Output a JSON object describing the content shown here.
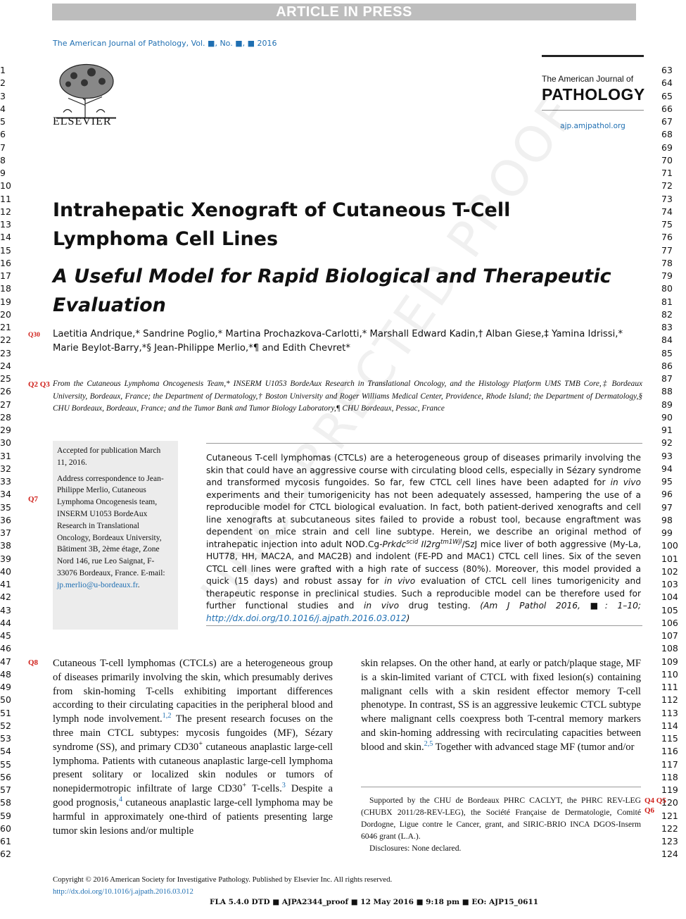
{
  "banner": "ARTICLE IN PRESS",
  "journal_line": "The American Journal of Pathology, Vol. ■, No. ■, ■ 2016",
  "elsevier": "ELSEVIER",
  "brand": {
    "small": "The American Journal of",
    "big": "PATHOLOGY",
    "url": "ajp.amjpathol.org"
  },
  "title": "Intrahepatic Xenograft of Cutaneous T-Cell Lymphoma Cell Lines",
  "subtitle": "A Useful Model for Rapid Biological and Therapeutic Evaluation",
  "watermark": "UNCORRECTED PROOF",
  "query_marks": {
    "authors": "Q30",
    "affil": "Q2 Q3",
    "address": "Q7",
    "body": "Q8",
    "footnote_a": "Q4 Q5",
    "footnote_b": "Q6"
  },
  "authors_line1": "Laetitia Andrique,* Sandrine Poglio,* Martina Prochazkova-Carlotti,* Marshall Edward Kadin,† Alban Giese,‡ Yamina Idrissi,*",
  "authors_line2": "Marie Beylot-Barry,*§ Jean-Philippe Merlio,*¶ and Edith Chevret*",
  "affiliations": "From the Cutaneous Lymphoma Oncogenesis Team,* INSERM U1053 BordeAux Research in Translational Oncology, and the Histology Platform UMS TMB Core,‡ Bordeaux University, Bordeaux, France; the Department of Dermatology,† Boston University and Roger Williams Medical Center, Providence, Rhode Island; the Department of Dermatology,§ CHU Bordeaux, Bordeaux, France; and the Tumor Bank and Tumor Biology Laboratory,¶ CHU Bordeaux, Pessac, France",
  "sidebox": {
    "accepted": "Accepted for publication March 11, 2016.",
    "address": "Address correspondence to Jean-Philippe Merlio, Cutaneous Lymphoma Oncogenesis team, INSERM U1053 BordeAux Research in Translational Oncology, Bordeaux University, Bâtiment 3B, 2ème étage, Zone Nord 146, rue Leo Saignat, F-33076 Bordeaux, France. E-mail:",
    "email": "jp.merlio@u-bordeaux.fr",
    "email_end": "."
  },
  "abstract": {
    "part1": "Cutaneous T-cell lymphomas (CTCLs) are a heterogeneous group of diseases primarily involving the skin that could have an aggressive course with circulating blood cells, especially in Sézary syndrome and transformed mycosis fungoides. So far, few CTCL cell lines have been adapted for ",
    "invivo": "in vivo",
    "part2": " experiments and their tumorigenicity has not been adequately assessed, hampering the use of a reproducible model for CTCL biological evaluation. In fact, both patient-derived xenografts and cell line xenografts at subcutaneous sites failed to provide a robust tool, because engraftment was dependent on mice strain and cell line subtype. Herein, we describe an original method of intrahepatic injection into adult NOD.Cg-",
    "gene1": "Prkdc",
    "gene1_sup": "scid",
    "gene2": " Il2rg",
    "gene2_sup": "tm1Wjl",
    "part3": "/SzJ mice liver of both aggressive (My-La, HUT78, HH, MAC2A, and MAC2B) and indolent (FE-PD and MAC1) CTCL cell lines. Six of the seven CTCL cell lines were grafted with a high rate of success (80%). Moreover, this model provided a quick (15 days) and robust assay for ",
    "part4": " evaluation of CTCL cell lines tumorigenicity and therapeutic response in preclinical studies. Such a reproducible model can be therefore used for further functional studies and ",
    "part5": " drug testing. ",
    "citation": "(Am J Pathol 2016, ■: 1–10; ",
    "doi": "http://dx.doi.org/10.1016/j.ajpath.2016.03.012",
    "citation_end": ")"
  },
  "body_left": {
    "p1": "Cutaneous T-cell lymphomas (CTCLs) are a heterogeneous group of diseases primarily involving the skin, which presumably derives from skin-homing T-cells exhibiting important differences according to their circulating capacities in the peripheral blood and lymph node involvement.",
    "ref1": "1,2",
    "p2": " The present research focuses on the three main CTCL subtypes: mycosis fungoides (MF), Sézary syndrome (SS), and primary CD30",
    "plus": "+",
    "p3": " cutaneous anaplastic large-cell lymphoma. Patients with cutaneous anaplastic large-cell lymphoma present solitary or localized skin nodules or tumors of nonepidermotropic infiltrate of large CD30",
    "p4": " T-cells.",
    "ref2": "3",
    "p5": " Despite a good prognosis,",
    "ref3": "4",
    "p6": " cutaneous anaplastic large-cell lymphoma may be harmful in approximately one-third of patients presenting large tumor skin lesions and/or multiple"
  },
  "body_right": {
    "p1": "skin relapses. On the other hand, at early or patch/plaque stage, MF is a skin-limited variant of CTCL with fixed lesion(s) containing malignant cells with a skin resident effector memory T-cell phenotype. In contrast, SS is an aggressive leukemic CTCL subtype where malignant cells coexpress both T-central memory markers and skin-homing addressing with recirculating capacities between blood and skin.",
    "ref": "2,5",
    "p2": " Together with advanced stage MF (tumor and/or"
  },
  "footnote": {
    "support": "Supported by the CHU de Bordeaux PHRC CACLYT, the PHRC REV-LEG (CHUBX 2011/28-REV-LEG), the Société Française de Dermatologie, Comité Dordogne, Ligue contre le Cancer, grant, and SIRIC-BRIO INCA DGOS-Inserm 6046 grant (L.A.).",
    "disclosures": "Disclosures: None declared."
  },
  "copyright": {
    "line1": "Copyright © 2016 American Society for Investigative Pathology. Published by Elsevier Inc. All rights reserved.",
    "doi": "http://dx.doi.org/10.1016/j.ajpath.2016.03.012"
  },
  "footer_info": "FLA 5.4.0 DTD ■ AJPA2344_proof ■ 12 May 2016 ■ 9:18 pm ■ EO: AJP15_0611",
  "line_numbers_left": [
    "1",
    "2",
    "3",
    "4",
    "5",
    "6",
    "7",
    "8",
    "9",
    "10",
    "11",
    "12",
    "13",
    "14",
    "15",
    "16",
    "17",
    "18",
    "19",
    "20",
    "21",
    "22",
    "23",
    "24",
    "25",
    "26",
    "27",
    "28",
    "29",
    "30",
    "31",
    "32",
    "33",
    "34",
    "35",
    "36",
    "37",
    "38",
    "39",
    "40",
    "41",
    "42",
    "43",
    "44",
    "45",
    "46",
    "47",
    "48",
    "49",
    "50",
    "51",
    "52",
    "53",
    "54",
    "55",
    "56",
    "57",
    "58",
    "59",
    "60",
    "61",
    "62"
  ],
  "line_numbers_right": [
    "63",
    "64",
    "65",
    "66",
    "67",
    "68",
    "69",
    "70",
    "71",
    "72",
    "73",
    "74",
    "75",
    "76",
    "77",
    "78",
    "79",
    "80",
    "81",
    "82",
    "83",
    "84",
    "85",
    "86",
    "87",
    "88",
    "89",
    "90",
    "91",
    "92",
    "93",
    "94",
    "95",
    "96",
    "97",
    "98",
    "99",
    "100",
    "101",
    "102",
    "103",
    "104",
    "105",
    "106",
    "107",
    "108",
    "109",
    "110",
    "111",
    "112",
    "113",
    "114",
    "115",
    "116",
    "117",
    "118",
    "119",
    "120",
    "121",
    "122",
    "123",
    "124"
  ]
}
